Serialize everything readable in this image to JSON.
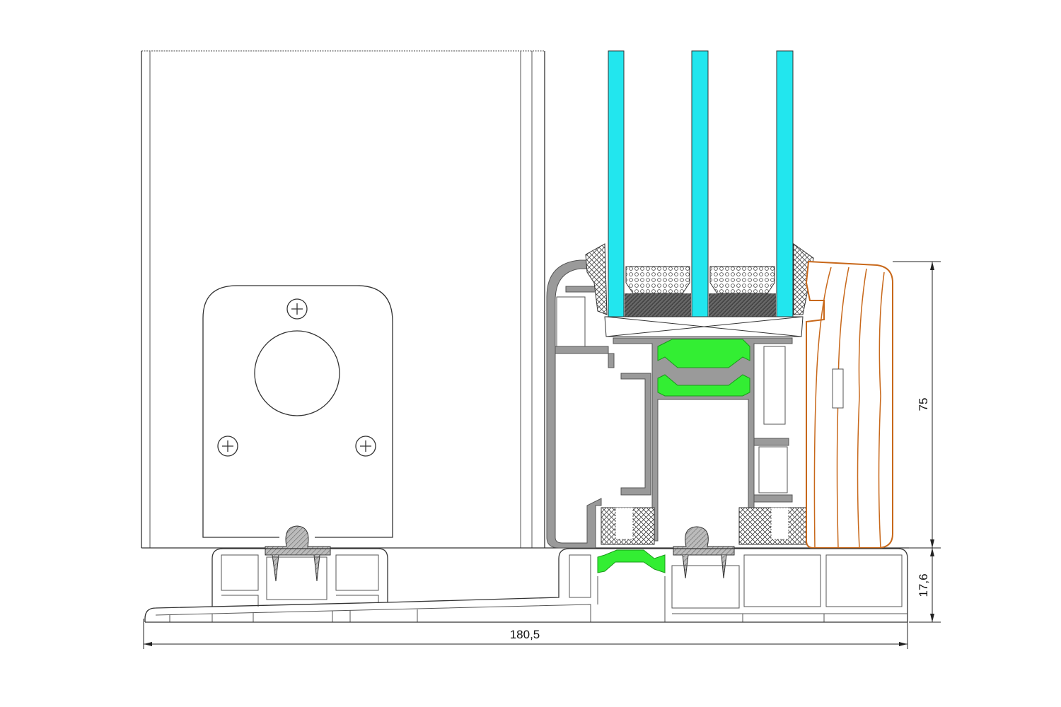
{
  "drawing": {
    "dimensions": {
      "height_frame": "75",
      "height_track": "17,6",
      "total_width": "180,5"
    },
    "colors": {
      "glass": "#22e6ee",
      "thermal_break": "#33ee33",
      "aluminium": "#9a9a9a",
      "wood": "#c8681a"
    }
  }
}
